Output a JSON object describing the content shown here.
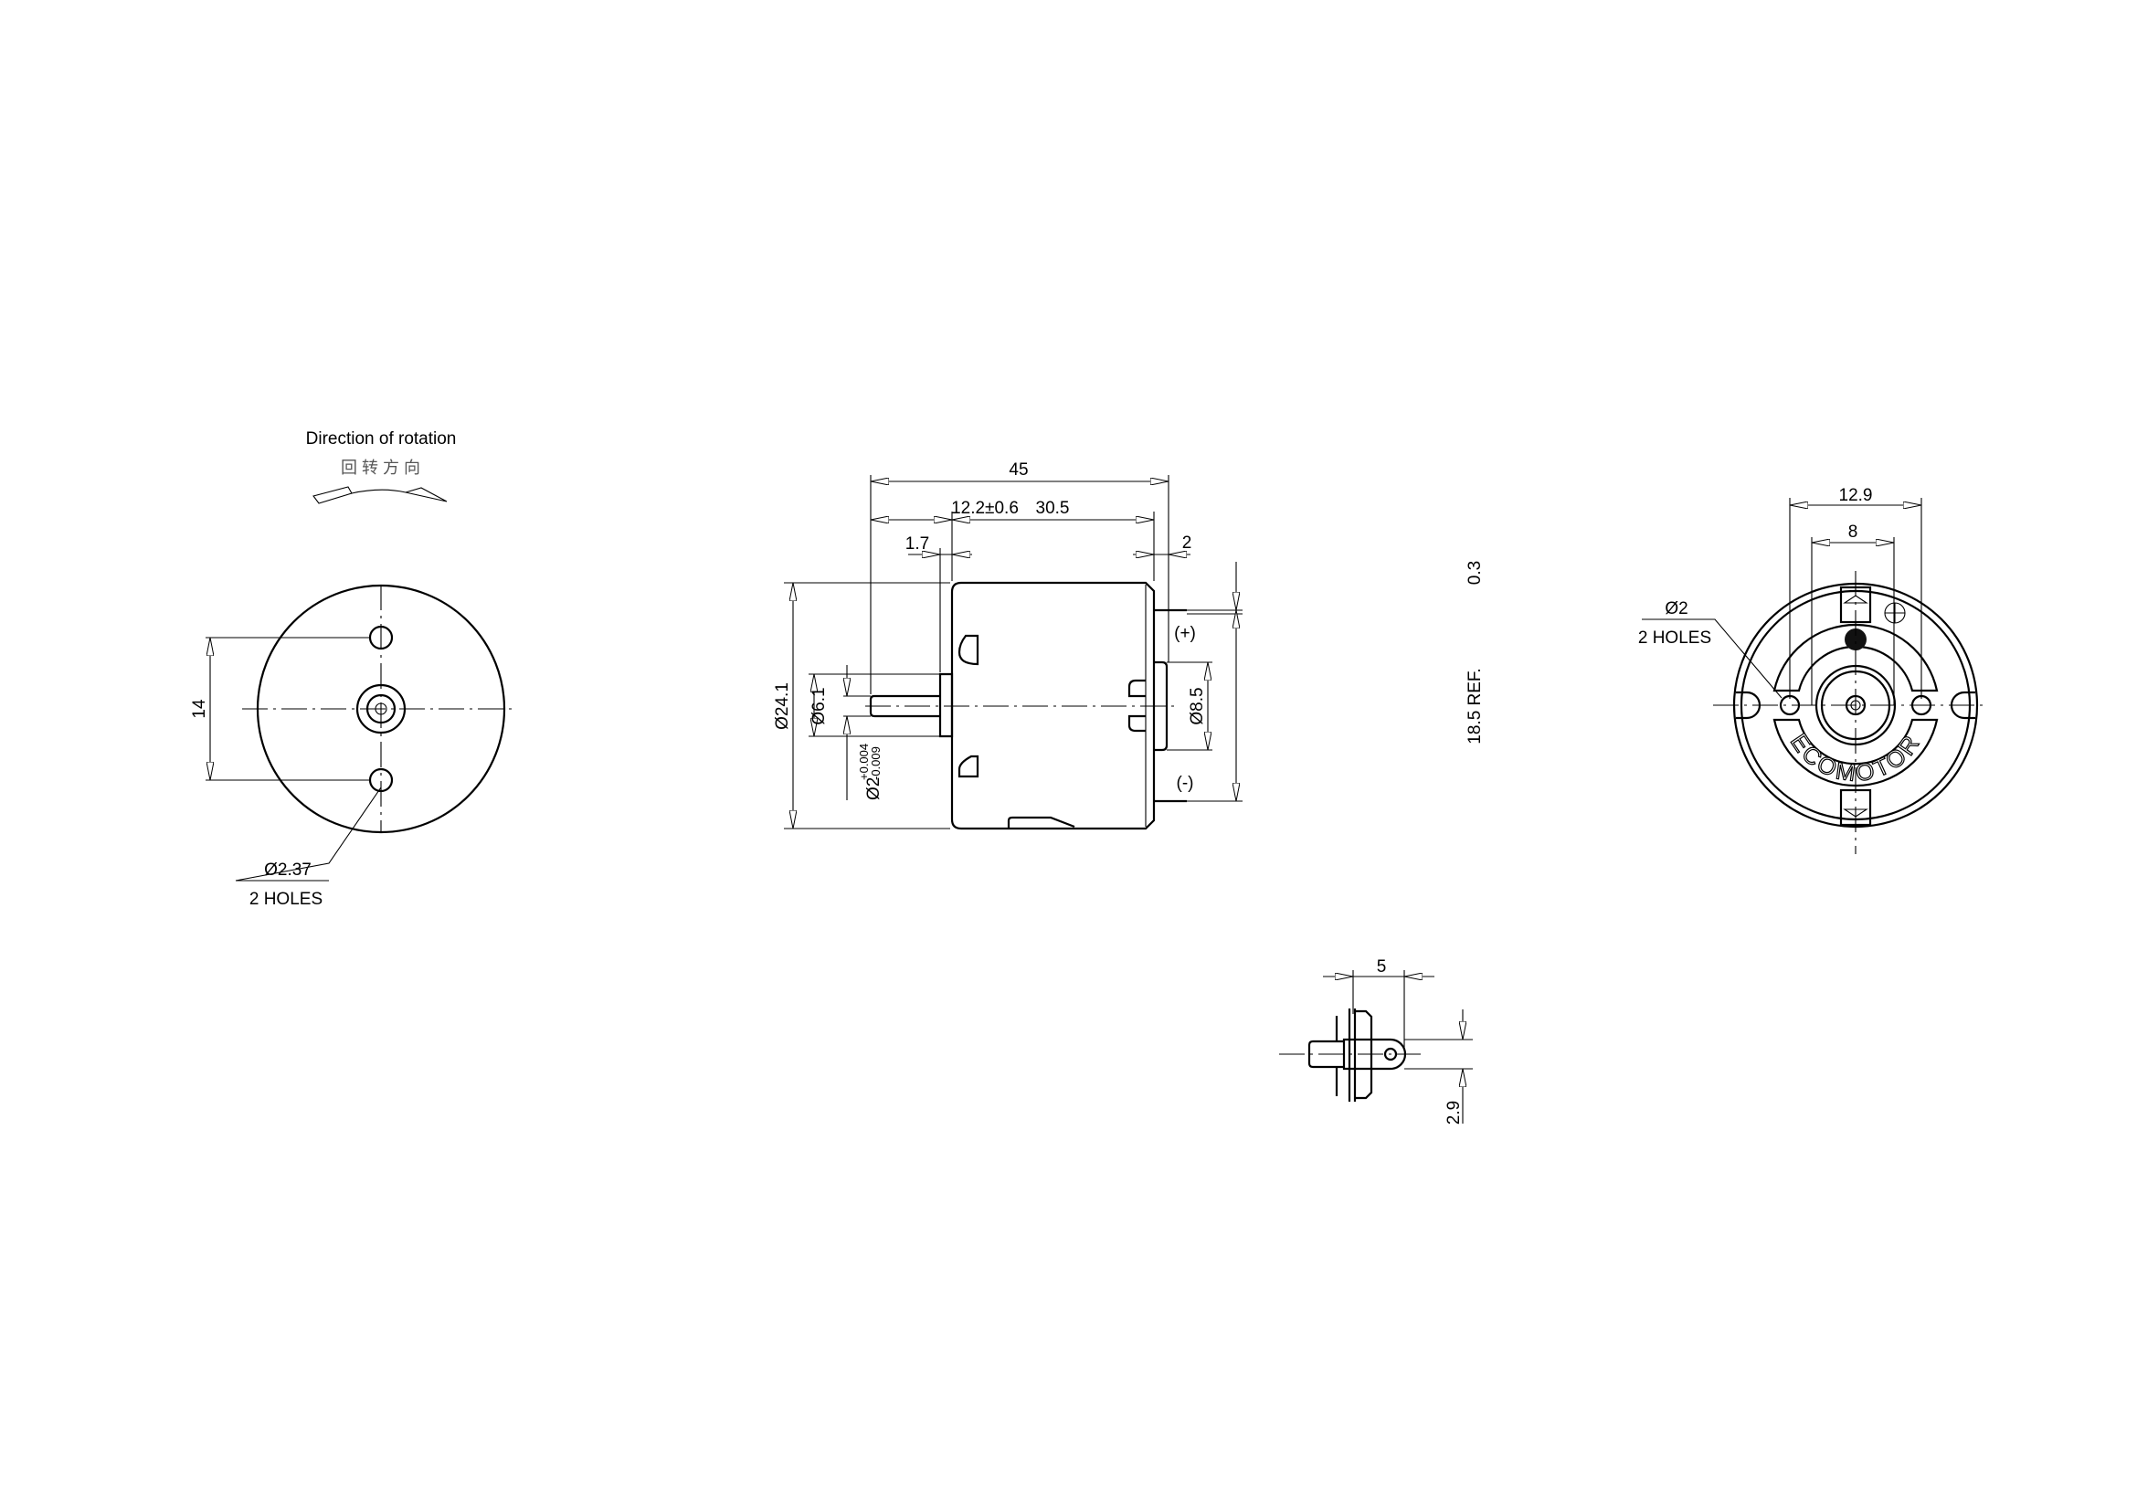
{
  "rotation": {
    "label_en": "Direction of rotation",
    "label_cn": "回转方向"
  },
  "front_view": {
    "hole_spacing": "14",
    "hole_dia": "Ø2.37",
    "hole_count": "2  HOLES"
  },
  "side_view": {
    "overall_length": "45",
    "shaft_length": "12.2±0.6",
    "body_length": "30.5",
    "bushing_length": "1.7",
    "rear_length": "2",
    "body_dia": "Ø24.1",
    "bushing_dia": "Ø6.1",
    "shaft_dia": "Ø2",
    "shaft_tol_upper": "+0.004",
    "shaft_tol_lower": "-0.009",
    "rear_hub_dia": "Ø8.5",
    "terminal_spacing": "18.5 REF.",
    "terminal_thickness": "0.3",
    "positive_terminal": "(+)",
    "negative_terminal": "(-)"
  },
  "rear_view": {
    "outer_spacing": "12.9",
    "inner_spacing": "8",
    "hole_dia": "Ø2",
    "hole_count": "2  HOLES",
    "brand": "ECOMOTOR"
  },
  "terminal_detail": {
    "tab_length": "5",
    "tab_width": "2.9"
  }
}
